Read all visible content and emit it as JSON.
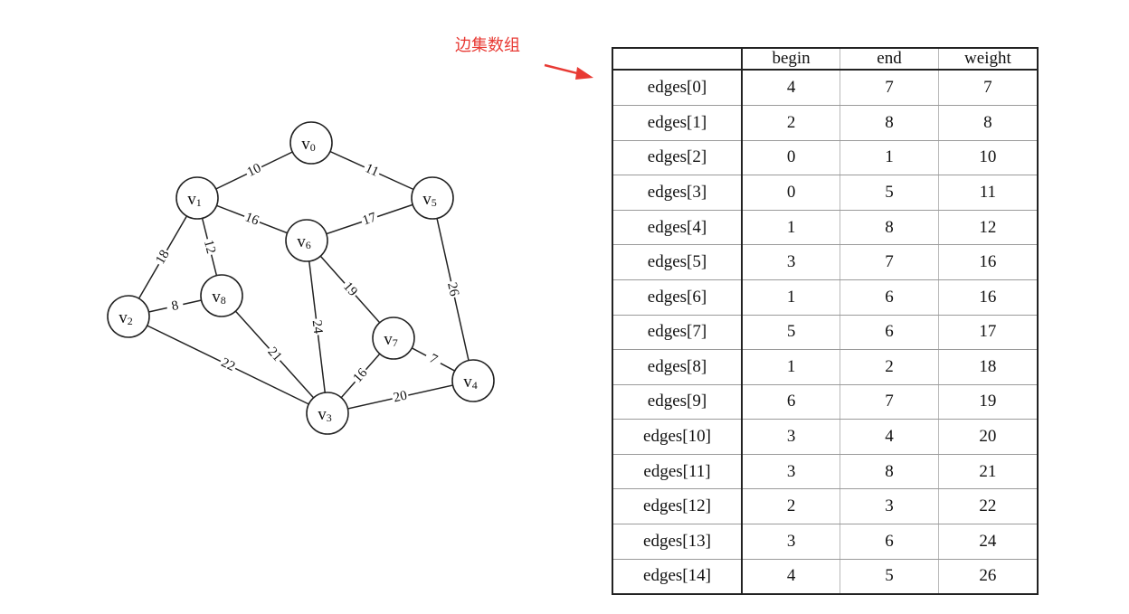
{
  "annotation": {
    "label": "边集数组"
  },
  "graph": {
    "nodes": [
      {
        "id": "v0",
        "base": "v",
        "sub": "0"
      },
      {
        "id": "v1",
        "base": "v",
        "sub": "1"
      },
      {
        "id": "v2",
        "base": "v",
        "sub": "2"
      },
      {
        "id": "v3",
        "base": "v",
        "sub": "3"
      },
      {
        "id": "v4",
        "base": "v",
        "sub": "4"
      },
      {
        "id": "v5",
        "base": "v",
        "sub": "5"
      },
      {
        "id": "v6",
        "base": "v",
        "sub": "6"
      },
      {
        "id": "v7",
        "base": "v",
        "sub": "7"
      },
      {
        "id": "v8",
        "base": "v",
        "sub": "8"
      }
    ],
    "edges": [
      {
        "from": "v0",
        "to": "v1",
        "weight": "10"
      },
      {
        "from": "v0",
        "to": "v5",
        "weight": "11"
      },
      {
        "from": "v1",
        "to": "v6",
        "weight": "16"
      },
      {
        "from": "v6",
        "to": "v5",
        "weight": "17"
      },
      {
        "from": "v1",
        "to": "v2",
        "weight": "18"
      },
      {
        "from": "v1",
        "to": "v8",
        "weight": "12"
      },
      {
        "from": "v2",
        "to": "v8",
        "weight": "8"
      },
      {
        "from": "v2",
        "to": "v3",
        "weight": "22"
      },
      {
        "from": "v8",
        "to": "v3",
        "weight": "21"
      },
      {
        "from": "v6",
        "to": "v3",
        "weight": "24"
      },
      {
        "from": "v6",
        "to": "v7",
        "weight": "19"
      },
      {
        "from": "v5",
        "to": "v4",
        "weight": "26"
      },
      {
        "from": "v7",
        "to": "v4",
        "weight": "7"
      },
      {
        "from": "v7",
        "to": "v3",
        "weight": "16"
      },
      {
        "from": "v3",
        "to": "v4",
        "weight": "20"
      }
    ]
  },
  "table": {
    "headers": [
      "",
      "begin",
      "end",
      "weight"
    ],
    "rows": [
      [
        "edges[0]",
        "4",
        "7",
        "7"
      ],
      [
        "edges[1]",
        "2",
        "8",
        "8"
      ],
      [
        "edges[2]",
        "0",
        "1",
        "10"
      ],
      [
        "edges[3]",
        "0",
        "5",
        "11"
      ],
      [
        "edges[4]",
        "1",
        "8",
        "12"
      ],
      [
        "edges[5]",
        "3",
        "7",
        "16"
      ],
      [
        "edges[6]",
        "1",
        "6",
        "16"
      ],
      [
        "edges[7]",
        "5",
        "6",
        "17"
      ],
      [
        "edges[8]",
        "1",
        "2",
        "18"
      ],
      [
        "edges[9]",
        "6",
        "7",
        "19"
      ],
      [
        "edges[10]",
        "3",
        "4",
        "20"
      ],
      [
        "edges[11]",
        "3",
        "8",
        "21"
      ],
      [
        "edges[12]",
        "2",
        "3",
        "22"
      ],
      [
        "edges[13]",
        "3",
        "6",
        "24"
      ],
      [
        "edges[14]",
        "4",
        "5",
        "26"
      ]
    ]
  },
  "colors": {
    "annotation": "#e83a34",
    "ink": "#222222"
  }
}
